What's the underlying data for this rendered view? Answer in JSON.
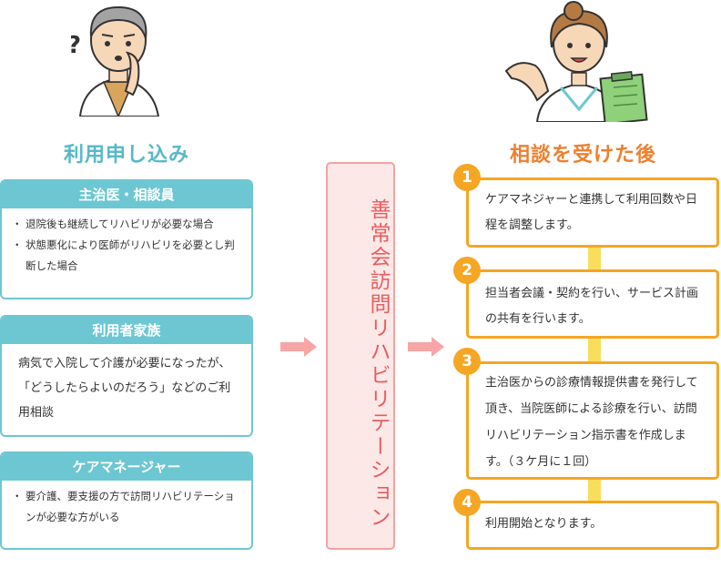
{
  "left": {
    "heading": "利用申し込み",
    "cards": [
      {
        "title": "主治医・相談員",
        "bullets": [
          "退院後も継続してリハビリが必要な場合",
          "状態悪化により医師がリハビリを必要とし判断した場合"
        ]
      },
      {
        "title": "利用者家族",
        "text": "病気で入院して介護が必要になったが、「どうしたらよいのだろう」などのご利用相談"
      },
      {
        "title": "ケアマネージャー",
        "bullets": [
          "要介護、要支援の方で訪問リハビリテーションが必要な方がいる"
        ]
      }
    ]
  },
  "center": {
    "label": "善常会訪問リハビリテーション"
  },
  "right": {
    "heading": "相談を受けた後",
    "steps": [
      {
        "num": "1",
        "text": "ケアマネジャーと連携して利用回数や日程を調整します。"
      },
      {
        "num": "2",
        "text": "担当者会議・契約を行い、サービス計画の共有を行います。"
      },
      {
        "num": "3",
        "text": "主治医からの診療情報提供書を発行して頂き、当院医師による診療を行い、訪問リハビリテーション指示書を作成します。（３ケ月に１回）"
      },
      {
        "num": "4",
        "text": "利用開始となります。"
      }
    ]
  },
  "colors": {
    "teal": "#6dc7d2",
    "orange": "#f5a623",
    "pink": "#f5a2a2",
    "yellow": "#f9de5b"
  }
}
